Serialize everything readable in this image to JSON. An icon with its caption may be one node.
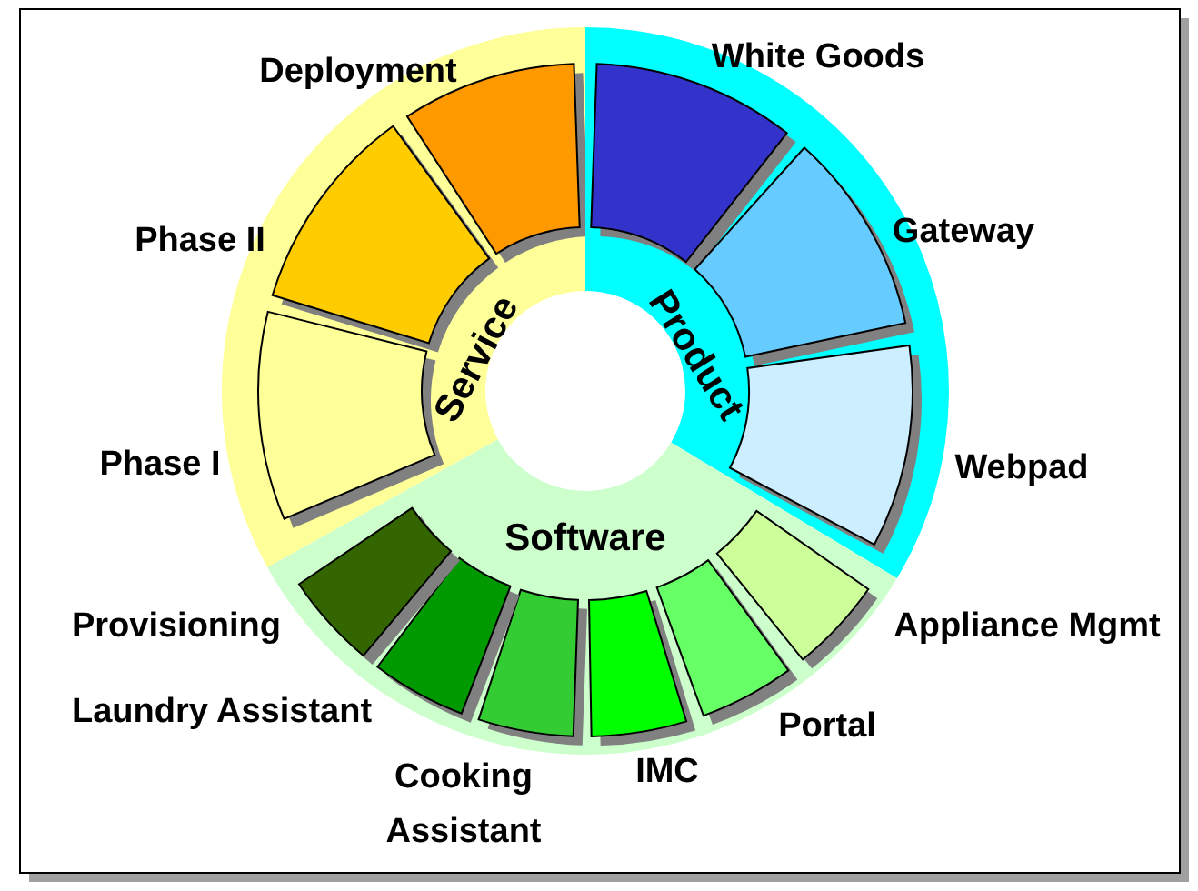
{
  "diagram": {
    "nodes": [
      {
        "text": [
          "Service"
        ]
      },
      {
        "text": [
          "Deployment"
        ],
        "in": 0
      },
      {
        "text": [
          "Phase II"
        ],
        "in": 0
      },
      {
        "text": [
          "Phase I"
        ],
        "in": 0
      },
      {
        "text": [
          "Product"
        ]
      },
      {
        "text": [
          "White Goods"
        ],
        "in": 4
      },
      {
        "text": [
          "Gateway"
        ],
        "in": 4
      },
      {
        "text": [
          "Webpad"
        ],
        "in": 4
      },
      {
        "text": [
          "Software"
        ]
      },
      {
        "text": [
          "Appliance Mgmt"
        ],
        "in": 8
      },
      {
        "text": [
          "Portal"
        ],
        "in": 8
      },
      {
        "text": [
          "IMC"
        ],
        "in": 8
      },
      {
        "text": [
          "Cooking Assistant"
        ],
        "in": 8
      },
      {
        "text": [
          "Laundry Assistant"
        ],
        "in": 8
      },
      {
        "text": [
          "Provisioning"
        ],
        "in": 8
      }
    ]
  }
}
